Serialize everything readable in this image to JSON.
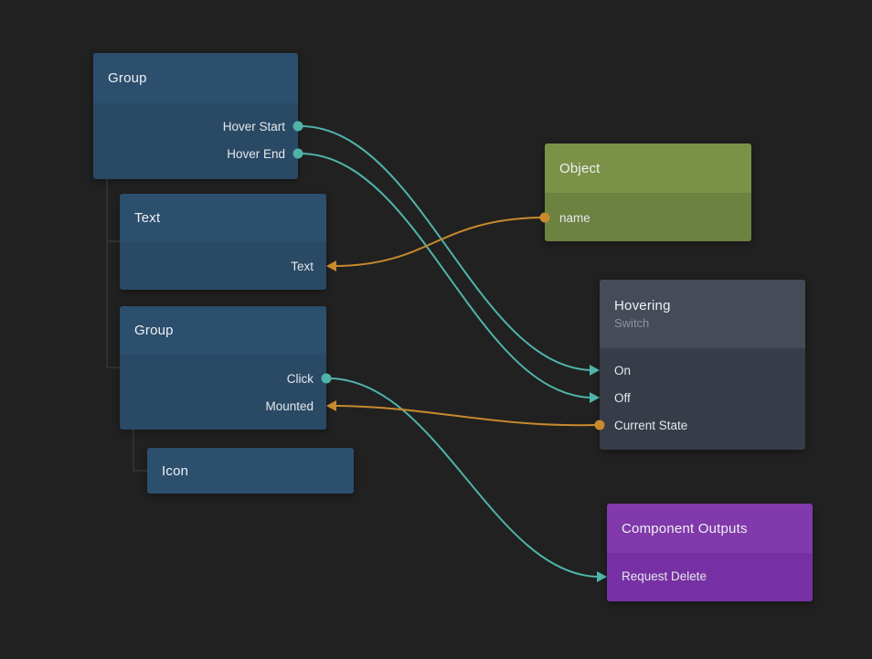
{
  "colors": {
    "background": "#212121",
    "node_blue_header": "#2d4f6e",
    "node_blue_body": "#2a4965",
    "node_olive_header": "#7b9147",
    "node_olive_body": "#6d8140",
    "node_slate_header": "#464b58",
    "node_slate_body": "#373c48",
    "node_purple_header": "#8139ab",
    "node_purple_body": "#7730a3",
    "wire_teal": "#4fb3aa",
    "wire_orange": "#c78a2d",
    "tree_line": "#3e3e3e",
    "text_subtitle": "#8d929c"
  },
  "nodes": {
    "group1": {
      "title": "Group",
      "ports": {
        "hover_start": "Hover Start",
        "hover_end": "Hover End"
      }
    },
    "text1": {
      "title": "Text",
      "ports": {
        "text": "Text"
      }
    },
    "group2": {
      "title": "Group",
      "ports": {
        "click": "Click",
        "mounted": "Mounted"
      }
    },
    "icon1": {
      "title": "Icon"
    },
    "object1": {
      "title": "Object",
      "ports": {
        "name": "name"
      }
    },
    "hovering": {
      "title": "Hovering",
      "subtitle": "Switch",
      "ports": {
        "on": "On",
        "off": "Off",
        "current_state": "Current State"
      }
    },
    "component_outputs": {
      "title": "Component Outputs",
      "ports": {
        "request_delete": "Request Delete"
      }
    }
  },
  "connections": [
    {
      "from": "Group.Hover Start",
      "to": "Hovering.On",
      "color": "teal"
    },
    {
      "from": "Group.Hover End",
      "to": "Hovering.Off",
      "color": "teal"
    },
    {
      "from": "Object.name",
      "to": "Text.Text",
      "color": "orange"
    },
    {
      "from": "Group.Click",
      "to": "Component Outputs.Request Delete",
      "color": "teal"
    },
    {
      "from": "Hovering.Current State",
      "to": "Group.Mounted",
      "color": "orange"
    }
  ]
}
